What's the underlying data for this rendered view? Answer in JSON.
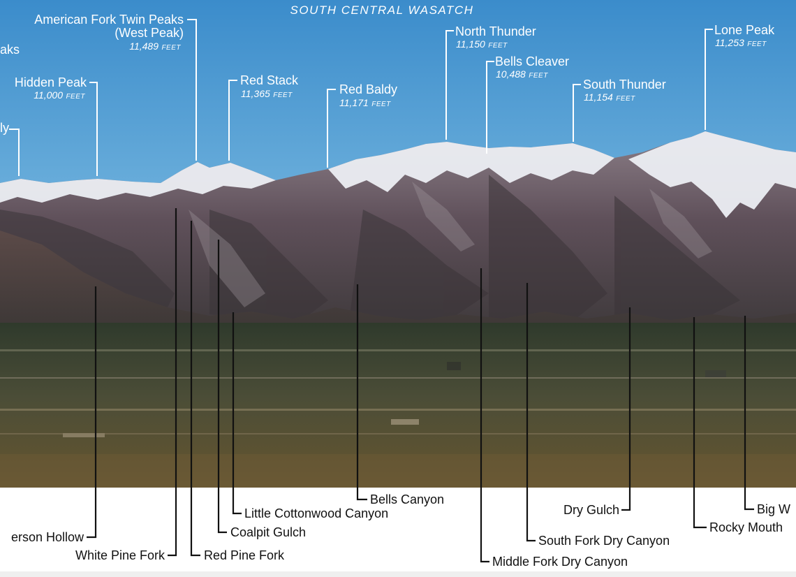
{
  "title": "SOUTH CENTRAL WASATCH",
  "unit": "FEET",
  "peaks": [
    {
      "name": "aks",
      "elevation": ""
    },
    {
      "name": "American Fork Twin Peaks",
      "name2": "(West Peak)",
      "elevation": "11,489"
    },
    {
      "name": "Hidden Peak",
      "elevation": "11,000"
    },
    {
      "name": "ly",
      "elevation": ""
    },
    {
      "name": "Red Stack",
      "elevation": "11,365"
    },
    {
      "name": "Red Baldy",
      "elevation": "11,171"
    },
    {
      "name": "North Thunder",
      "elevation": "11,150"
    },
    {
      "name": "Bells Cleaver",
      "elevation": "10,488"
    },
    {
      "name": "South Thunder",
      "elevation": "11,154"
    },
    {
      "name": "Lone Peak",
      "elevation": "11,253"
    }
  ],
  "canyons": [
    "erson Hollow",
    "White Pine Fork",
    "Red Pine Fork",
    "Coalpit Gulch",
    "Little Cottonwood Canyon",
    "Bells Canyon",
    "Middle Fork Dry Canyon",
    "South Fork Dry Canyon",
    "Dry Gulch",
    "Rocky Mouth",
    "Big W"
  ],
  "colors": {
    "sky_top": "#3f8fcc",
    "sky_bottom": "#a9cde4",
    "snow": "#eef0f4",
    "rock": "#5e5058",
    "valley": "#4a4a36",
    "label_dark": "#111111"
  }
}
